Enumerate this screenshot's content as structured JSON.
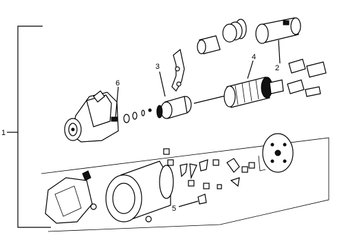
{
  "diagram": {
    "callouts": [
      {
        "id": "1",
        "text": "1"
      },
      {
        "id": "2",
        "text": "2"
      },
      {
        "id": "3",
        "text": "3"
      },
      {
        "id": "4",
        "text": "4"
      },
      {
        "id": "5",
        "text": "5"
      },
      {
        "id": "6",
        "text": "6"
      }
    ],
    "parts": [
      {
        "icon": "starter-motor-assembly-icon"
      },
      {
        "icon": "solenoid-icon"
      },
      {
        "icon": "drive-pinion-icon"
      },
      {
        "icon": "armature-icon"
      },
      {
        "icon": "brush-set-icon"
      },
      {
        "icon": "drive-housing-icon"
      },
      {
        "icon": "field-frame-icon"
      },
      {
        "icon": "end-frame-icon"
      },
      {
        "icon": "brush-holder-icon"
      },
      {
        "icon": "shift-lever-icon"
      }
    ]
  }
}
